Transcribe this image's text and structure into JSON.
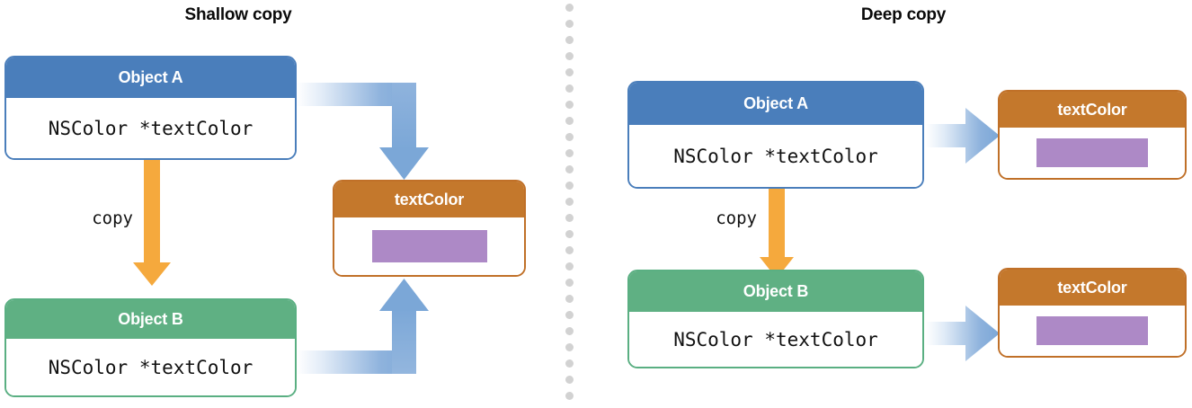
{
  "diagram": {
    "title_shallow": "Shallow copy",
    "title_deep": "Deep copy",
    "divider": {
      "icon": "dotted-vertical-divider",
      "color": "#d2d2d2"
    }
  },
  "colors": {
    "object_a": "#4a7ebb",
    "object_b": "#5fb083",
    "text_color_box": "#c4782c",
    "swatch_purple": "#ad89c6",
    "copy_arrow": "#f5a93d",
    "ref_arrow": "#7ba7d7",
    "divider_dot": "#d2d2d2",
    "box_background": "#ffffff",
    "title_text": "#0a0a0a"
  },
  "shallow": {
    "title": "Shallow copy",
    "object_a": {
      "header": "Object A",
      "field": "NSColor *textColor"
    },
    "object_b": {
      "header": "Object B",
      "field": "NSColor *textColor"
    },
    "text_color": {
      "header": "textColor",
      "swatch": "purple-color-swatch"
    },
    "copy_label": "copy",
    "arrows": [
      {
        "name": "object-a-to-textcolor-arrow",
        "shape": "elbow-right-down"
      },
      {
        "name": "object-b-to-textcolor-arrow",
        "shape": "elbow-right-up"
      },
      {
        "name": "copy-arrow-a-to-b",
        "shape": "down"
      }
    ]
  },
  "deep": {
    "title": "Deep copy",
    "object_a": {
      "header": "Object A",
      "field": "NSColor *textColor"
    },
    "object_b": {
      "header": "Object B",
      "field": "NSColor *textColor"
    },
    "text_color_a": {
      "header": "textColor",
      "swatch": "purple-color-swatch"
    },
    "text_color_b": {
      "header": "textColor",
      "swatch": "purple-color-swatch"
    },
    "copy_label": "copy",
    "arrows": [
      {
        "name": "object-a-to-textcolor-a-arrow",
        "shape": "right"
      },
      {
        "name": "object-b-to-textcolor-b-arrow",
        "shape": "right"
      },
      {
        "name": "copy-arrow-a-to-b",
        "shape": "down"
      }
    ]
  }
}
